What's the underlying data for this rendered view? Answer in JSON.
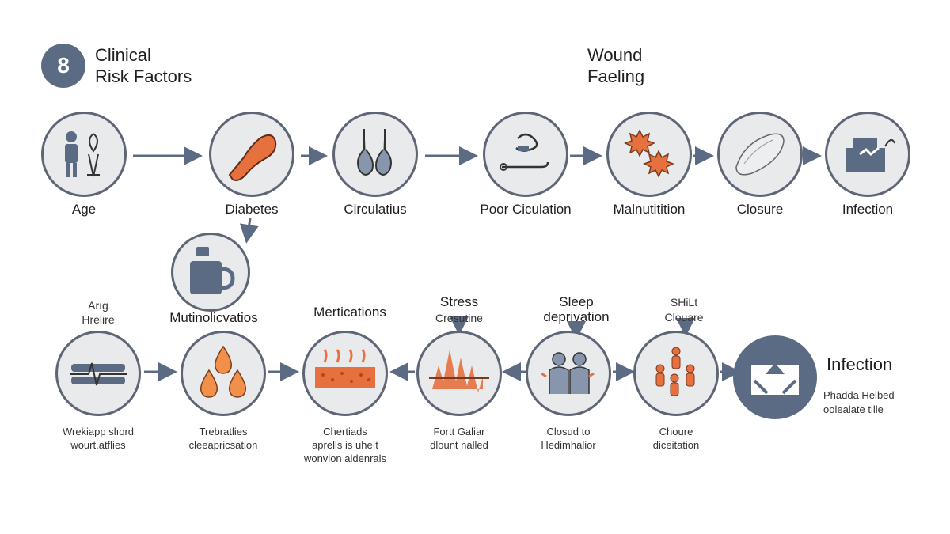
{
  "header": {
    "badge": "8",
    "title_line1": "Clinical",
    "title_line2": "Risk Factors",
    "right_line1": "Wound",
    "right_line2": "Faeling"
  },
  "row1": [
    {
      "label": "Age",
      "icon": "person-icon"
    },
    {
      "label": "Diabetes",
      "icon": "pancreas-icon"
    },
    {
      "label": "Circulatius",
      "icon": "vessels-icon"
    },
    {
      "label": "Poor Ciculation",
      "icon": "tube-icon"
    },
    {
      "label": "Malnutitition",
      "icon": "virus-icon"
    },
    {
      "label": "Closure",
      "icon": "tissue-icon"
    },
    {
      "label": "Infection",
      "icon": "machine-icon"
    }
  ],
  "branch": {
    "label": "Mutinolicvatios",
    "icon": "mug-icon"
  },
  "row2": [
    {
      "top": "Arıg",
      "top2": "Hrelire",
      "bottom1": "Wrekiapp slıord",
      "bottom2": "wourt.atflies",
      "icon": "pulse-icon"
    },
    {
      "bottom1": "Trebratlies",
      "bottom2": "cleeapricsation",
      "icon": "drops-icon"
    },
    {
      "top": "Mertications",
      "bottom1": "Chertiads",
      "bottom2": "aprells is uhe t",
      "bottom3": "wonvion aldenrals",
      "icon": "skin-icon"
    },
    {
      "top": "Stress",
      "top2": "Cresutine",
      "bottom1": "Fortt Galiar",
      "bottom2": "dlount nalled",
      "icon": "flame-icon"
    },
    {
      "top": "Sleep",
      "top2": "deprivation",
      "bottom1": "Closud to",
      "bottom2": "Hedimhalior",
      "icon": "people-icon"
    },
    {
      "top": "SHiLt",
      "top2": "Clouare",
      "bottom1": "Choure",
      "bottom2": "diceitation",
      "icon": "group-icon"
    }
  ],
  "final": {
    "title": "Infection",
    "line1": "Phadda Helbed",
    "line2": "oolealate tille",
    "icon": "infection-icon"
  },
  "colors": {
    "accent": "#e7703f",
    "slate": "#5b6b83",
    "ring": "#5e6675",
    "fill": "#e9eaec"
  }
}
